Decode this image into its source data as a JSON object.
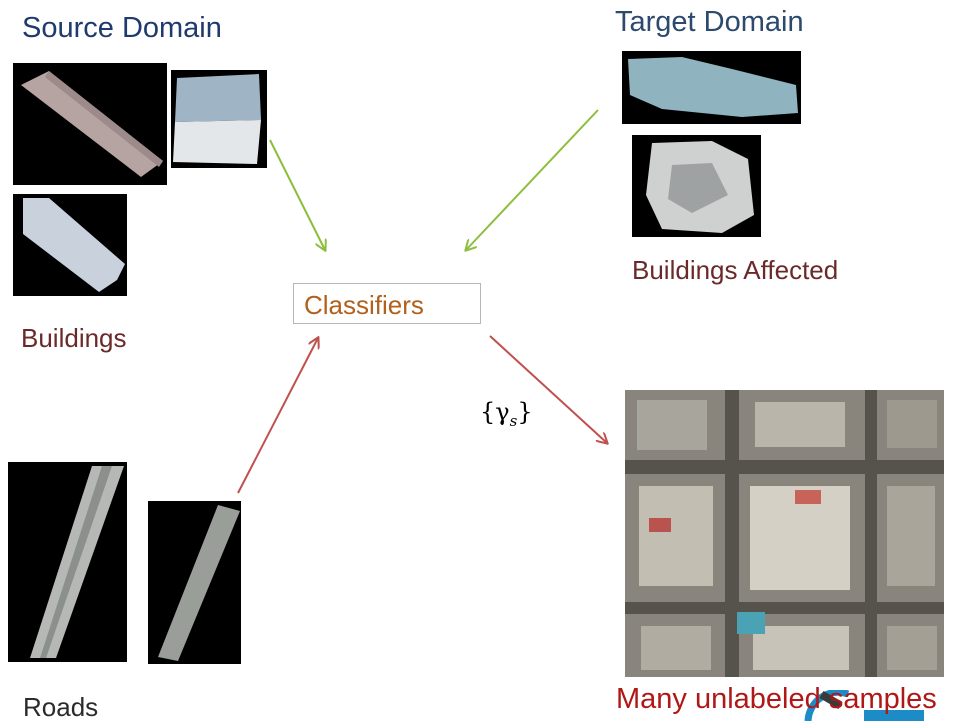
{
  "source_domain_label": "Source Domain",
  "target_domain_label": "Target Domain",
  "classifiers_label": "Classifiers",
  "buildings_label": "Buildings",
  "buildings_affected_label": "Buildings Affected",
  "roads_label": "Roads",
  "gamma_label": "{γ",
  "gamma_subscript": "s",
  "gamma_close": "}",
  "unlabeled_label": "Many unlabeled samples",
  "colors": {
    "heading_blue": "#1f3a6e",
    "dark_red": "#6b2a2a",
    "classifier_orange": "#b0611e",
    "arrow_green": "#8cbf3f",
    "arrow_red": "#c0504d",
    "bright_red": "#b01818"
  }
}
